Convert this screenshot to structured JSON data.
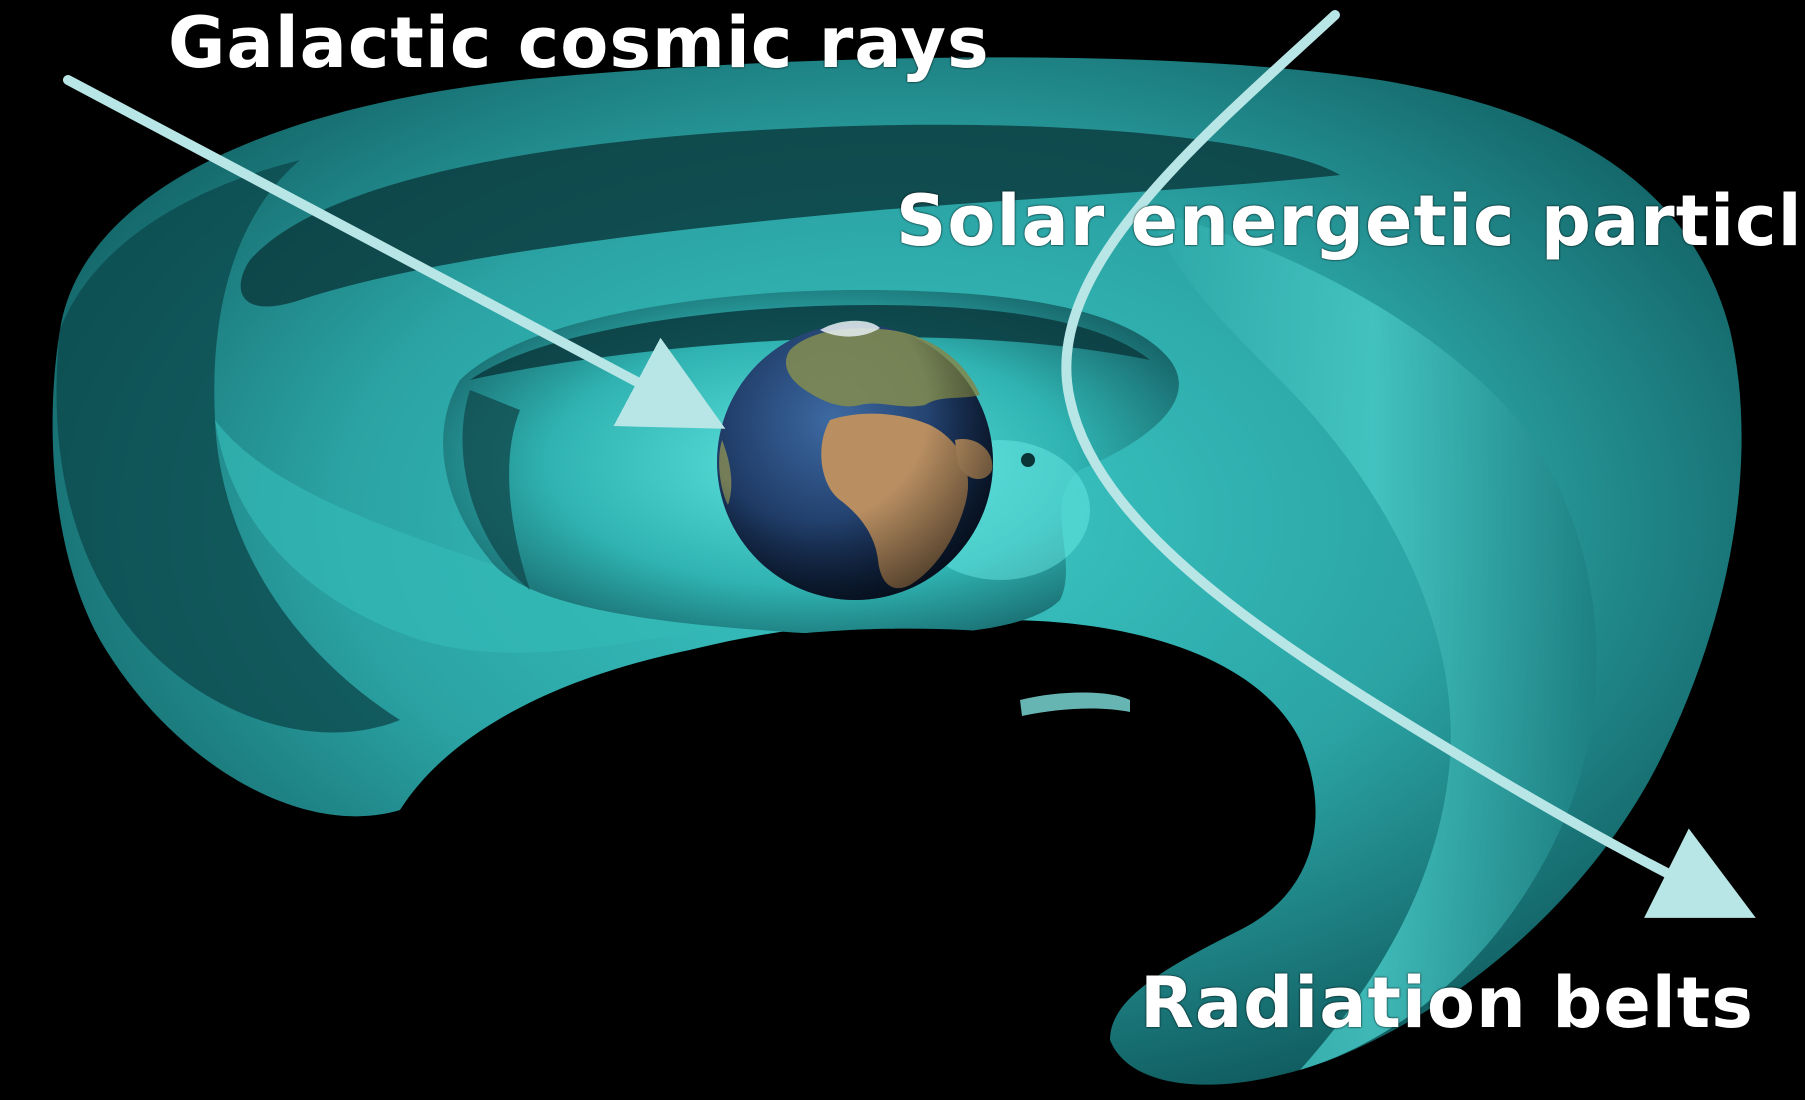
{
  "labels": {
    "galactic_cosmic_rays": "Galactic cosmic rays",
    "solar_energetic_particles": "Solar energetic particles",
    "radiation_belts": "Radiation belts"
  },
  "colors": {
    "background": "#000000",
    "belt": "#2fb3b3",
    "belt_dark": "#0e4e52",
    "arrow": "#b8e6e6",
    "text": "#ffffff",
    "earth_ocean": "#1f3b66",
    "earth_land": "#b98f62"
  },
  "icons": {
    "earth": "earth-globe",
    "belts": "radiation-belt-torus"
  }
}
